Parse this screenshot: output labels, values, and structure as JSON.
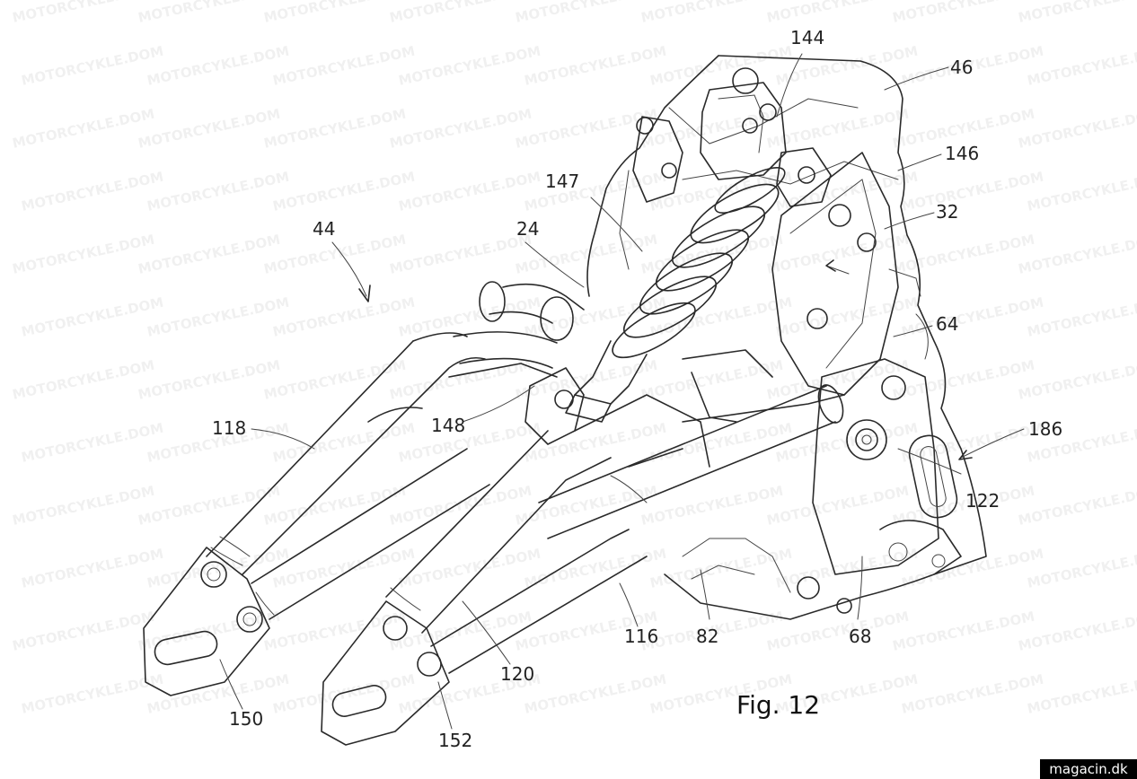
{
  "figure": {
    "caption": "Fig. 12"
  },
  "reference_numerals": [
    "144",
    "46",
    "146",
    "147",
    "32",
    "24",
    "44",
    "64",
    "148",
    "118",
    "186",
    "122",
    "150",
    "120",
    "116",
    "82",
    "68",
    "152"
  ],
  "watermark": {
    "text": "MOTORCYKLE.DOM"
  },
  "site_badge": {
    "text": "magacin.dk"
  },
  "colors": {
    "ink": "#2a2a2a",
    "paper": "#ffffff",
    "badge_bg": "#000000",
    "badge_text": "#ffffff"
  }
}
